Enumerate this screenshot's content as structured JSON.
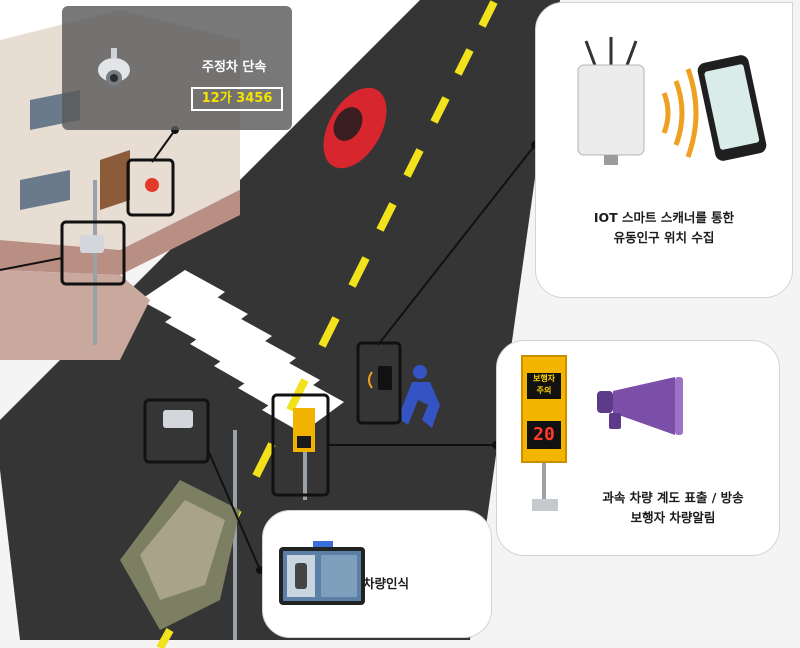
{
  "parking_enforcement": {
    "title": "주정차 단속",
    "plate_number": "12가 3456",
    "icon": "cctv-camera-icon"
  },
  "iot_panel": {
    "line1": "IOT 스마트 스캐너를 통한",
    "line2": "유동인구 위치 수집",
    "icons": [
      "iot-scanner-icon",
      "wifi-waves-icon",
      "smartphone-icon"
    ]
  },
  "speed_panel": {
    "line1": "과속 차량 계도 표출 / 방송",
    "line2": "보행자 차량알림",
    "sign_header": "보행자",
    "sign_warning": "주의",
    "speed_value": "20",
    "icons": [
      "speed-sign-icon",
      "megaphone-icon"
    ]
  },
  "vehicle_panel": {
    "label": "차량인식",
    "icon": "vehicle-monitor-icon"
  },
  "colors": {
    "road": "#353535",
    "lane_line": "#f2e21b",
    "crosswalk": "#ffffff",
    "highlight_box": "#111111",
    "plate_text": "#f3e400",
    "megaphone": "#7b4fa8",
    "car": "#d8262f"
  }
}
